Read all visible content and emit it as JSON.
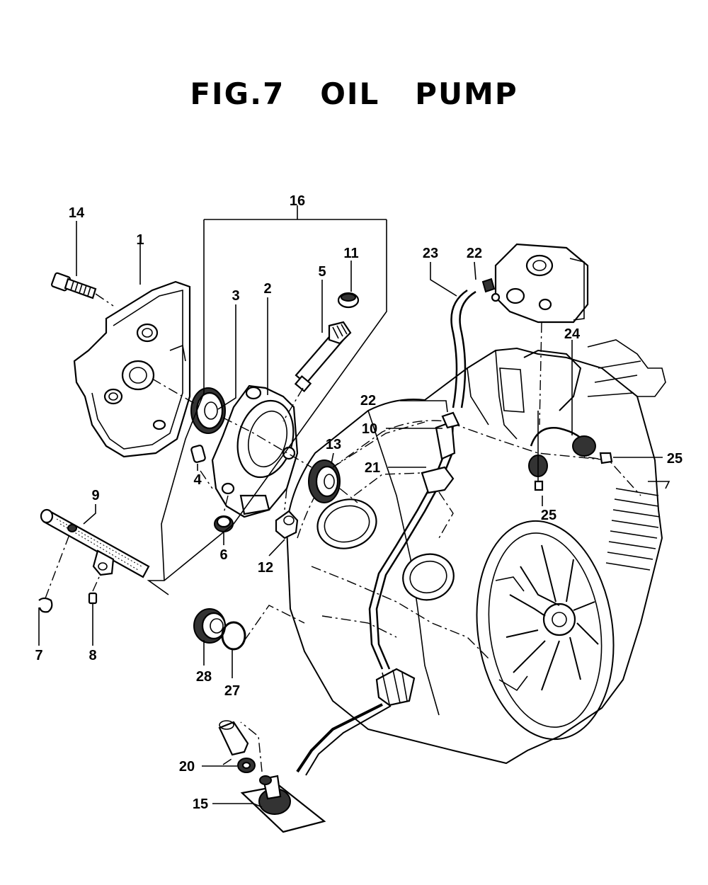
{
  "title": "FIG.7   OIL   PUMP",
  "labels": {
    "l1": "1",
    "l2": "2",
    "l3": "3",
    "l4": "4",
    "l5": "5",
    "l6": "6",
    "l7": "7",
    "l8": "8",
    "l9": "9",
    "l10": "10",
    "l11": "11",
    "l12": "12",
    "l13": "13",
    "l14": "14",
    "l15": "15",
    "l16": "16",
    "l20": "20",
    "l21": "21",
    "l22a": "22",
    "l22b": "22",
    "l23": "23",
    "l24": "24",
    "l25a": "25",
    "l25b": "25",
    "l27": "27",
    "l28": "28"
  }
}
